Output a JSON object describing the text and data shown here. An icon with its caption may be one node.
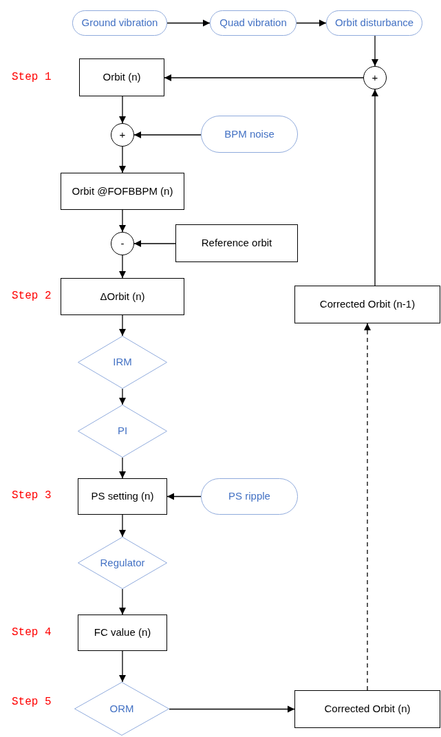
{
  "diagram": {
    "nodes": [
      {
        "text": [
          "Ground vibration"
        ]
      },
      {
        "text": [
          "Quad vibration"
        ]
      },
      {
        "text": [
          "Orbit disturbance"
        ]
      },
      {
        "text": [
          "Orbit (n)"
        ]
      },
      {
        "text": [
          "+"
        ]
      },
      {
        "text": [
          "+"
        ]
      },
      {
        "text": [
          "BPM noise"
        ]
      },
      {
        "text": [
          "Orbit @FOFBBPM (n)"
        ]
      },
      {
        "text": [
          "-"
        ]
      },
      {
        "text": [
          "Reference orbit"
        ]
      },
      {
        "text": [
          "ΔOrbit (n)"
        ]
      },
      {
        "text": [
          "Corrected Orbit (n-1)"
        ]
      },
      {
        "text": [
          "IRM"
        ]
      },
      {
        "text": [
          "PI"
        ]
      },
      {
        "text": [
          "PS setting (n)"
        ]
      },
      {
        "text": [
          "PS ripple"
        ]
      },
      {
        "text": [
          "Regulator"
        ]
      },
      {
        "text": [
          "FC value (n)"
        ]
      },
      {
        "text": [
          "ORM"
        ]
      },
      {
        "text": [
          "Corrected Orbit (n)"
        ]
      }
    ],
    "edges": [
      {
        "from": 0,
        "to": 1,
        "arrow": "to"
      },
      {
        "from": 1,
        "to": 2,
        "arrow": "to"
      },
      {
        "from": 2,
        "to": 4,
        "arrow": "to"
      },
      {
        "from": 4,
        "to": 3,
        "arrow": "to"
      },
      {
        "from": 3,
        "to": 5,
        "arrow": "to"
      },
      {
        "from": 6,
        "to": 5,
        "arrow": "to"
      },
      {
        "from": 5,
        "to": 7,
        "arrow": "to"
      },
      {
        "from": 7,
        "to": 8,
        "arrow": "to"
      },
      {
        "from": 9,
        "to": 8,
        "arrow": "to"
      },
      {
        "from": 8,
        "to": 10,
        "arrow": "to"
      },
      {
        "from": 10,
        "to": 12,
        "arrow": "to"
      },
      {
        "from": 12,
        "to": 13,
        "arrow": "to"
      },
      {
        "from": 13,
        "to": 14,
        "arrow": "to"
      },
      {
        "from": 15,
        "to": 14,
        "arrow": "to"
      },
      {
        "from": 14,
        "to": 16,
        "arrow": "to"
      },
      {
        "from": 16,
        "to": 17,
        "arrow": "to"
      },
      {
        "from": 17,
        "to": 18,
        "arrow": "to"
      },
      {
        "from": 18,
        "to": 19,
        "arrow": "to"
      },
      {
        "from": 19,
        "to": 11,
        "arrow": "to",
        "style": "dashed"
      },
      {
        "from": 11,
        "to": 4,
        "arrow": "to"
      }
    ],
    "labels": [
      "Step 1",
      "Step 2",
      "Step 3",
      "Step 4",
      "Step 5"
    ]
  }
}
